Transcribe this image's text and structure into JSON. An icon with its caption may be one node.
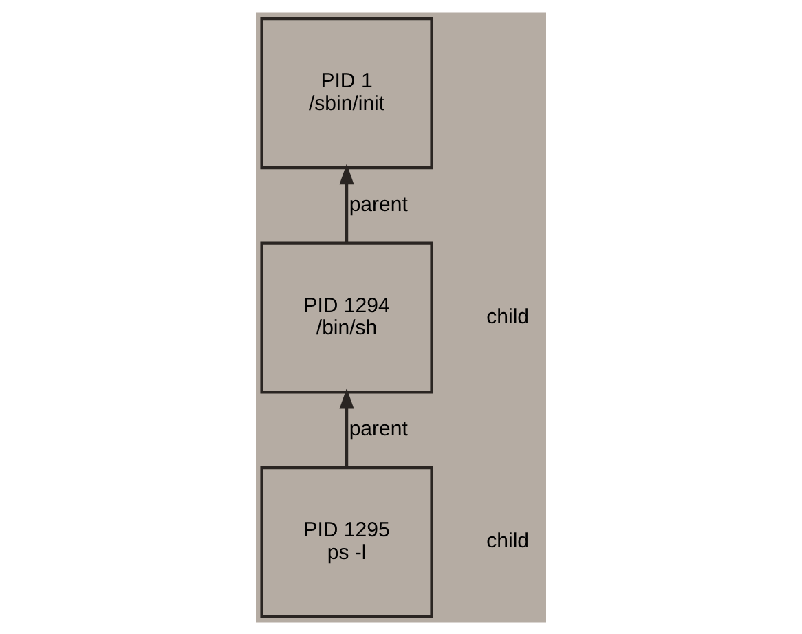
{
  "diagram": {
    "nodes": [
      {
        "text": [
          "PID 1",
          "/sbin/init"
        ]
      },
      {
        "text": [
          "PID 1294",
          "/bin/sh"
        ]
      },
      {
        "text": [
          "PID 1295",
          "ps -l"
        ]
      }
    ],
    "edges": [
      {
        "from": 1,
        "to": 0,
        "arrow": "to",
        "label": "parent"
      },
      {
        "from": 2,
        "to": 1,
        "arrow": "to",
        "label": "parent"
      }
    ],
    "labels": [
      "child",
      "child"
    ]
  }
}
